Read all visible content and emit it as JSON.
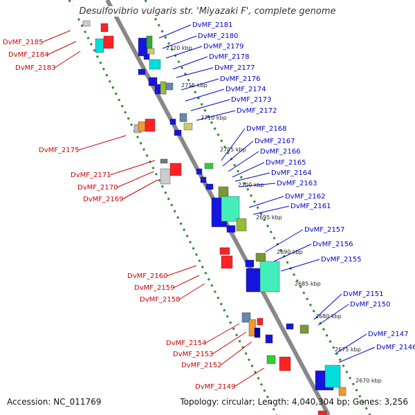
{
  "title": "Desulfovibrio vulgaris str. 'Miyazaki F', complete genome",
  "accession": "Accession: NC_011769",
  "topology": "Topology: circular; Length: 4,040,304 bp; Genes: 3,256",
  "colors": {
    "forward_label": "#0000cc",
    "reverse_label": "#cc0000",
    "backbone": "#888888",
    "track_dots": "#2a8a2a"
  },
  "ticks": [
    "2720 kbp",
    "2715 kbp",
    "2710 kbp",
    "2705 kbp",
    "2700 kbp",
    "2695 kbp",
    "2690 kbp",
    "2685 kbp",
    "2680 kbp",
    "2675 kbp",
    "2670 kbp"
  ],
  "forward_genes": [
    "DvMF_2181",
    "DvMF_2180",
    "DvMF_2179",
    "DvMF_2178",
    "DvMF_2177",
    "DvMF_2176",
    "DvMF_2174",
    "DvMF_2173",
    "DvMF_2172",
    "DvMF_2168",
    "DvMF_2167",
    "DvMF_2166",
    "DvMF_2165",
    "DvMF_2164",
    "DvMF_2163",
    "DvMF_2162",
    "DvMF_2161",
    "DvMF_2157",
    "DvMF_2156",
    "DvMF_2155",
    "DvMF_2151",
    "DvMF_2150",
    "DvMF_2147",
    "DvMF_2146"
  ],
  "reverse_genes": [
    "DvMF_2185",
    "DvMF_2184",
    "DvMF_2183",
    "DvMF_2175",
    "DvMF_2171",
    "DvMF_2170",
    "DvMF_2169",
    "DvMF_2160",
    "DvMF_2159",
    "DvMF_2158",
    "DvMF_2154",
    "DvMF_2153",
    "DvMF_2152",
    "DvMF_2149"
  ]
}
